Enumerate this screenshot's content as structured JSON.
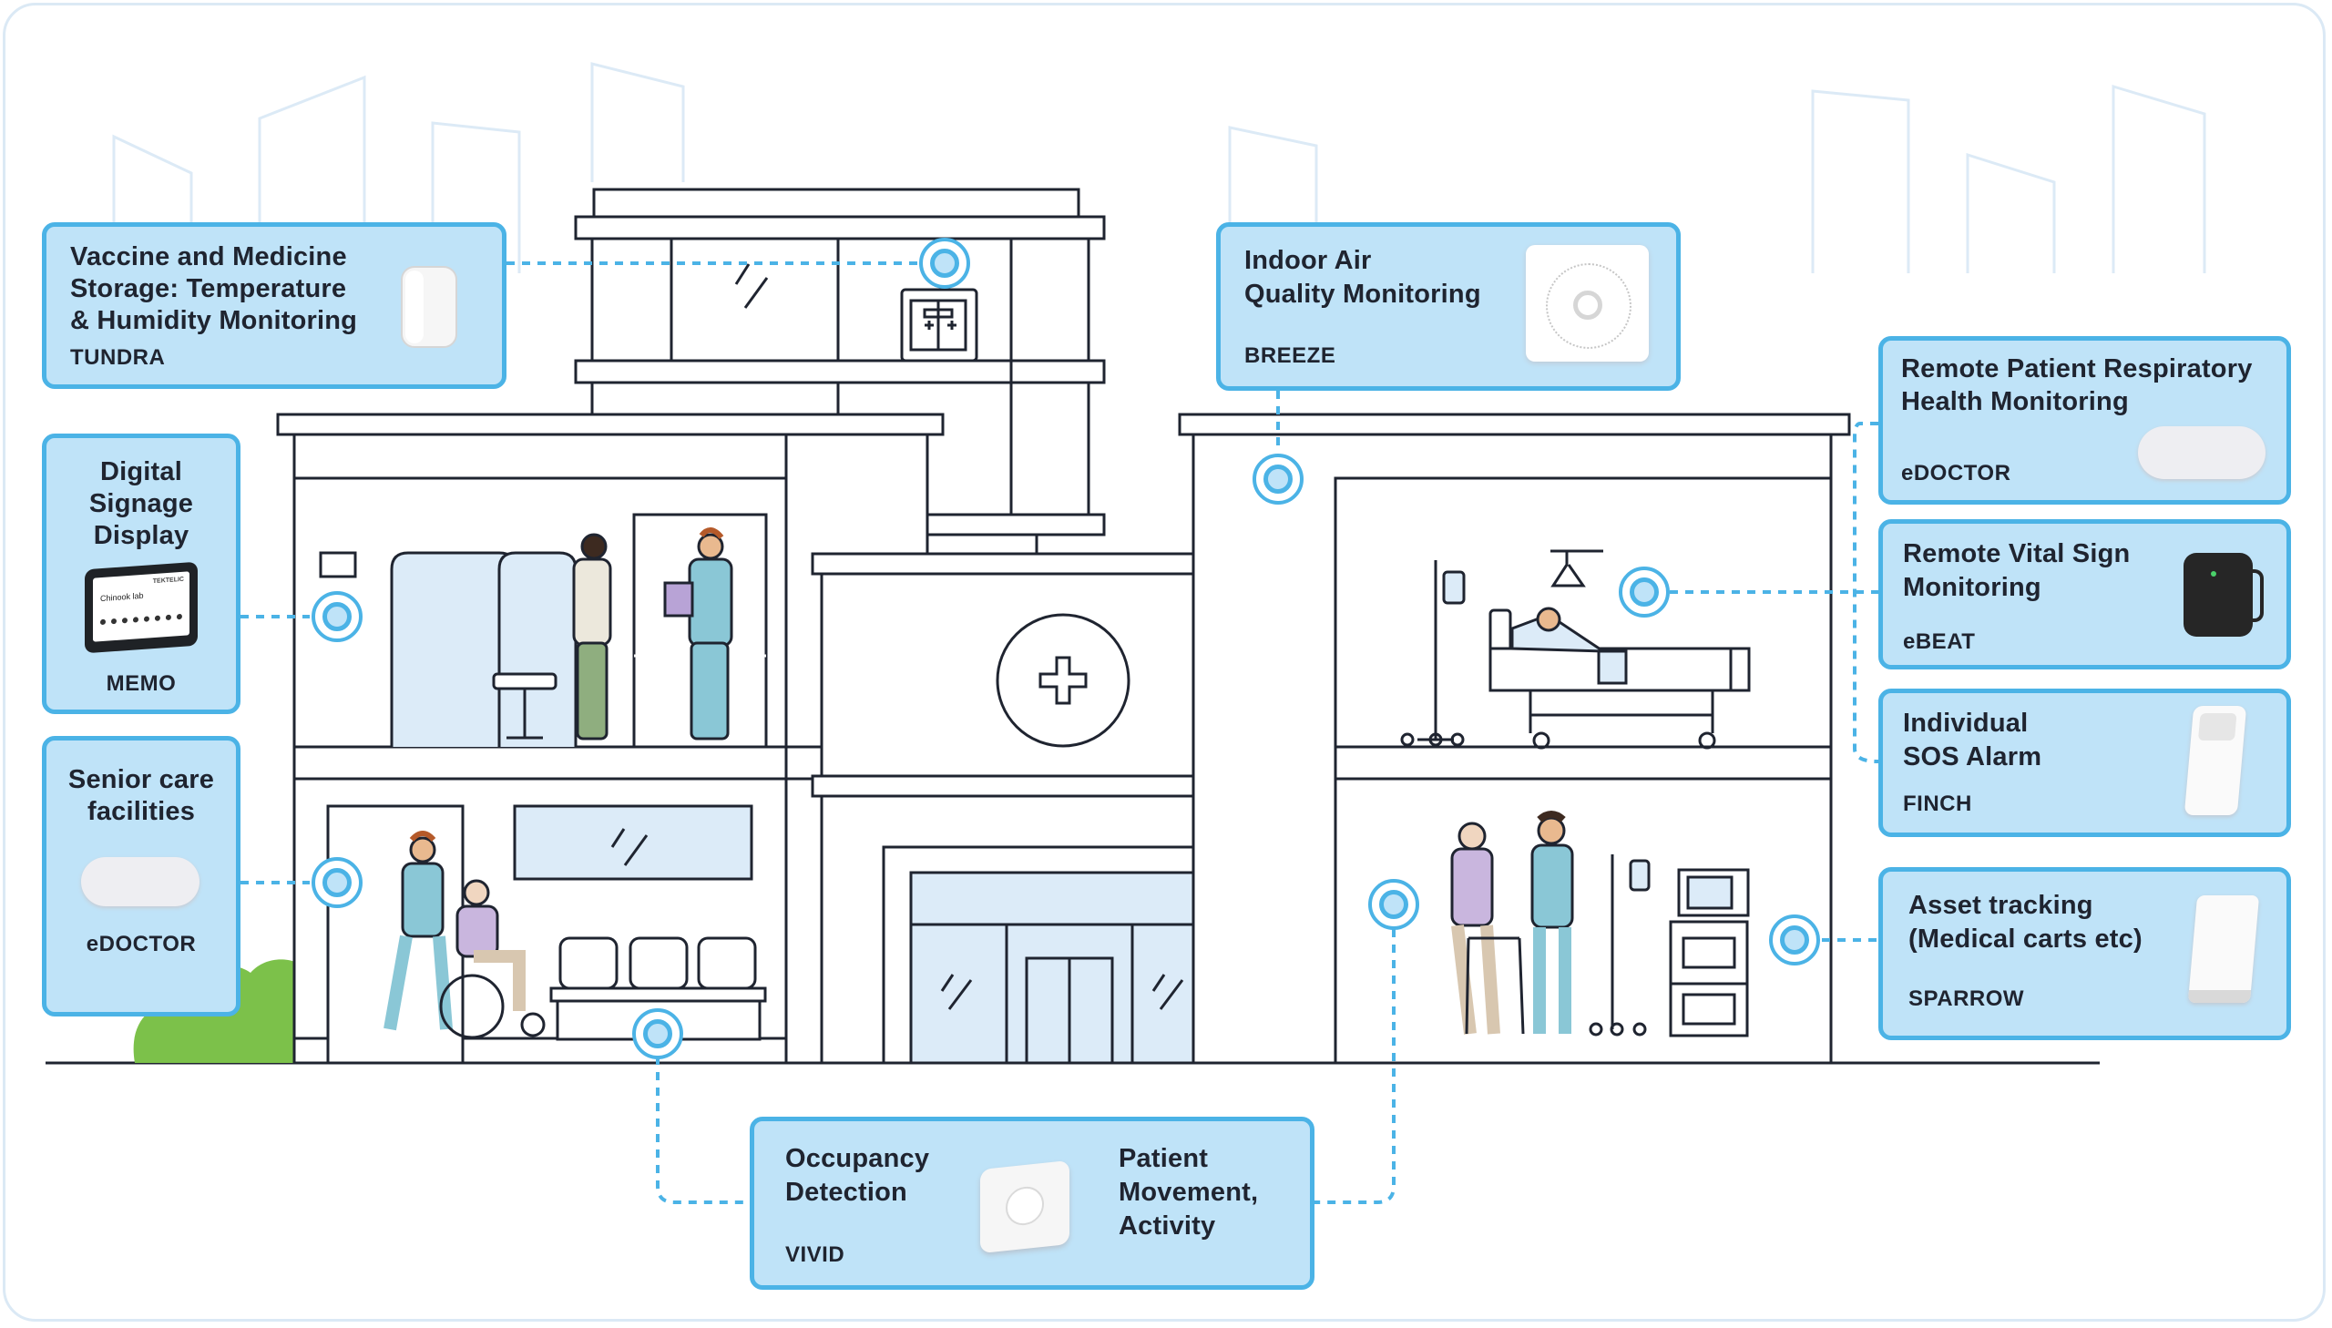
{
  "colors": {
    "card_fill": "#bfe3f8",
    "card_border": "#4bb3e6",
    "connector": "#4bb3e6",
    "outline": "#1f2430",
    "tint": "#dcebf8",
    "scrubs": "#8ac7d6",
    "bush": "#7cc14a"
  },
  "cards": {
    "tundra": {
      "title_line1": "Vaccine and Medicine",
      "title_line2": "Storage: Temperature",
      "title_line3": "& Humidity Monitoring",
      "device": "TUNDRA",
      "icon": "sensor-cube-icon"
    },
    "memo": {
      "title_line1": "Digital",
      "title_line2": "Signage",
      "title_line3": "Display",
      "device": "MEMO",
      "screen_brand": "TEKTELIC",
      "screen_label": "Chinook lab",
      "icon": "signage-display-icon"
    },
    "senior": {
      "title_line1": "Senior care",
      "title_line2": "facilities",
      "device": "eDOCTOR",
      "icon": "edoctor-device-icon"
    },
    "breeze": {
      "title_line1": "Indoor Air",
      "title_line2": "Quality Monitoring",
      "device": "BREEZE",
      "icon": "air-sensor-icon"
    },
    "edoctor": {
      "title_line1": "Remote Patient Respiratory",
      "title_line2": "Health Monitoring",
      "device": "eDOCTOR",
      "icon": "edoctor-device-icon"
    },
    "ebeat": {
      "title_line1": "Remote Vital Sign",
      "title_line2": "Monitoring",
      "device": "eBEAT",
      "icon": "wearable-device-icon"
    },
    "finch": {
      "title_line1": "Individual",
      "title_line2": "SOS Alarm",
      "device": "FINCH",
      "icon": "sos-button-icon"
    },
    "sparrow": {
      "title_line1": "Asset tracking",
      "title_line2": "(Medical carts etc)",
      "device": "SPARROW",
      "icon": "asset-tracker-icon"
    },
    "vivid": {
      "title_line1": "Occupancy",
      "title_line2": "Detection",
      "device": "VIVID",
      "right_line1": "Patient",
      "right_line2": "Movement,",
      "right_line3": "Activity",
      "icon": "motion-sensor-icon"
    }
  },
  "illustration": {
    "building": "hospital-building-icon",
    "cross": "medical-cross-icon",
    "sensor_marker": "sensor-location-icon"
  }
}
